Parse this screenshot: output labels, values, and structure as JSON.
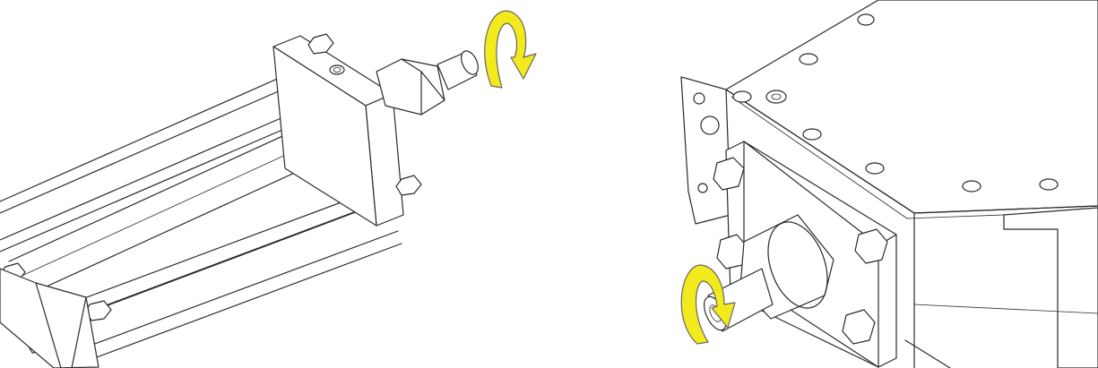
{
  "figure": {
    "panels": [
      {
        "id": "left",
        "subject": "pneumatic-cylinder-rod-end",
        "arrow": {
          "icon": "rotate-clockwise-arrow-icon",
          "color": "#f2ea1c"
        }
      },
      {
        "id": "right",
        "subject": "gearbox-input-shaft",
        "arrow": {
          "icon": "rotate-clockwise-arrow-icon",
          "color": "#f2ea1c"
        }
      }
    ],
    "colors": {
      "line": "#2a2a2a",
      "background": "#ffffff",
      "arrow_fill": "#f2ea1c",
      "arrow_outline": "#555555"
    }
  }
}
